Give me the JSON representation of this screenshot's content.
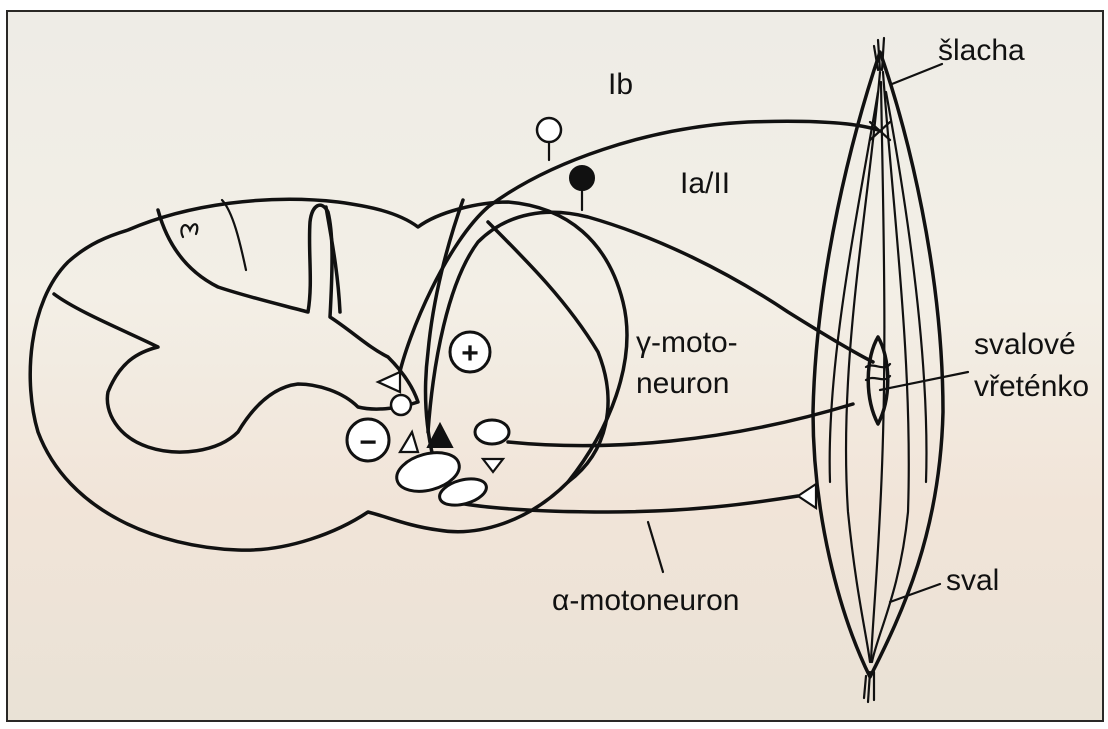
{
  "labels": {
    "tendon": "šlacha",
    "ib": "Ib",
    "ia_ii": "Ia/II",
    "gamma_line1": "γ-moto-",
    "gamma_line2": "neuron",
    "spindle_line1": "svalové",
    "spindle_line2": "vřeténko",
    "muscle": "sval",
    "alpha": "α-motoneuron"
  },
  "signs": {
    "plus": "+",
    "minus": "−"
  },
  "colors": {
    "ink": "#111111",
    "paper_top": "#eeece6",
    "paper_bottom": "#f1e4d8"
  }
}
